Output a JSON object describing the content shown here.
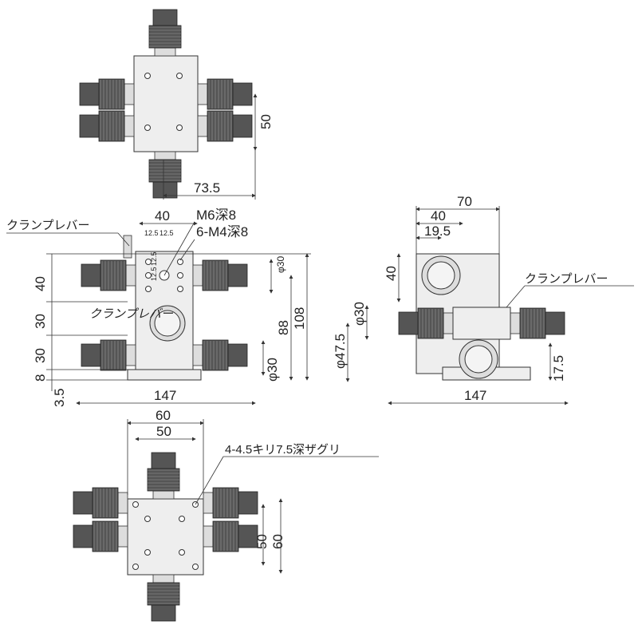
{
  "top_view": {
    "dim_height": "50",
    "dim_width": "73.5"
  },
  "front_view": {
    "clamp_lever_label": "クランプレバー",
    "dim_40_top": "40",
    "m6_label": "M6深8",
    "m4_label": "6-M4深8",
    "pitch_h": [
      "12.5",
      "12.5"
    ],
    "pitch_v": [
      "12.5",
      "12.5"
    ],
    "knob_dia_top": "φ30",
    "knob_dia_bottom": "φ30",
    "left_dims": [
      "40",
      "30",
      "30",
      "8",
      "3.5"
    ],
    "dim_88": "88",
    "dim_108": "108",
    "clamp_label": "クランプ",
    "lever_label": "レバー",
    "dim_147": "147"
  },
  "side_view": {
    "dim_70": "70",
    "dim_40": "40",
    "dim_19_5": "19.5",
    "dim_40_v": "40",
    "clamp_lever_label": "クランプレバー",
    "dia_30": "φ30",
    "dia_47_5": "φ47.5",
    "dim_17_5": "17.5",
    "dim_147": "147"
  },
  "bottom_view": {
    "dim_60": "60",
    "dim_50": "50",
    "hole_label": "4-4.5キリ7.5深ザグリ",
    "dim_50_v": "50",
    "dim_60_v": "60"
  }
}
